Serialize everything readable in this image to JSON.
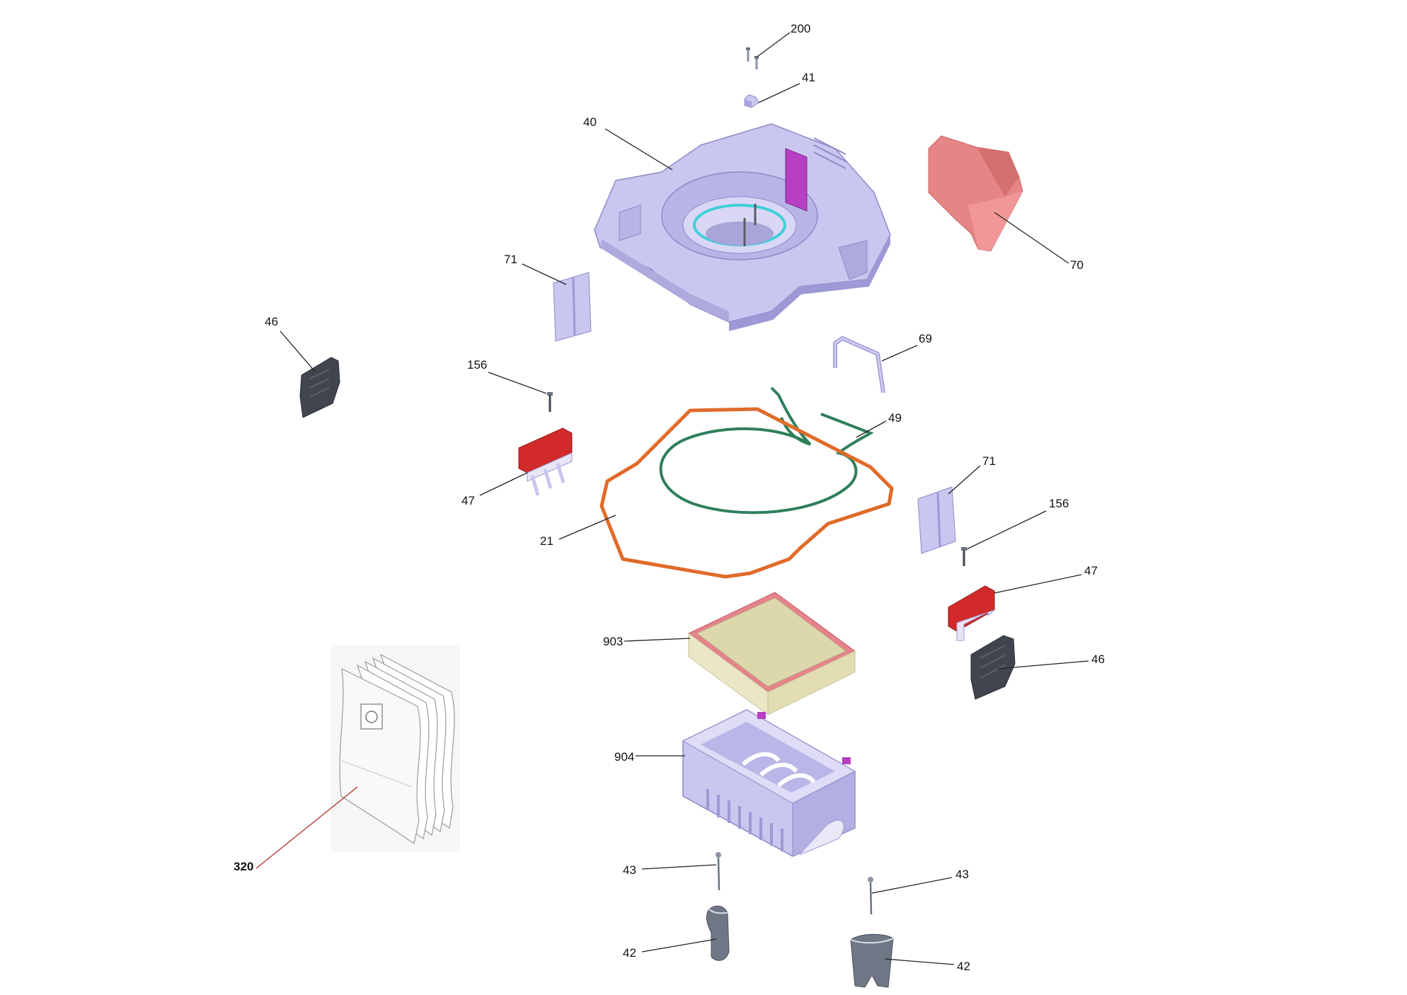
{
  "diagram": {
    "type": "exploded-parts-view",
    "colors": {
      "housing": "#c9c6ef",
      "housing_dark": "#9d99d6",
      "accent_magenta": "#b63fc4",
      "accent_cyan": "#3fd0d6",
      "foam_red": "#e58585",
      "seal_orange": "#e06b2a",
      "seal_green": "#2e7f5b",
      "bracket_red": "#d22a2a",
      "dark_part": "#40454e",
      "grey_part": "#8c93a3",
      "filter_frame": "#e6828a",
      "filter_media": "#ddd8ac",
      "filter_side": "#ebe7c4",
      "bag": "#f4f4f4"
    },
    "labels": {
      "l200": "200",
      "l41": "41",
      "l40": "40",
      "l70": "70",
      "l71a": "71",
      "l46a": "46",
      "l69": "69",
      "l156a": "156",
      "l49": "49",
      "l47a": "47",
      "l71b": "71",
      "l21": "21",
      "l156b": "156",
      "l47b": "47",
      "l903": "903",
      "l46b": "46",
      "l904": "904",
      "l320": "320",
      "l43a": "43",
      "l43b": "43",
      "l42a": "42",
      "l42b": "42"
    }
  }
}
